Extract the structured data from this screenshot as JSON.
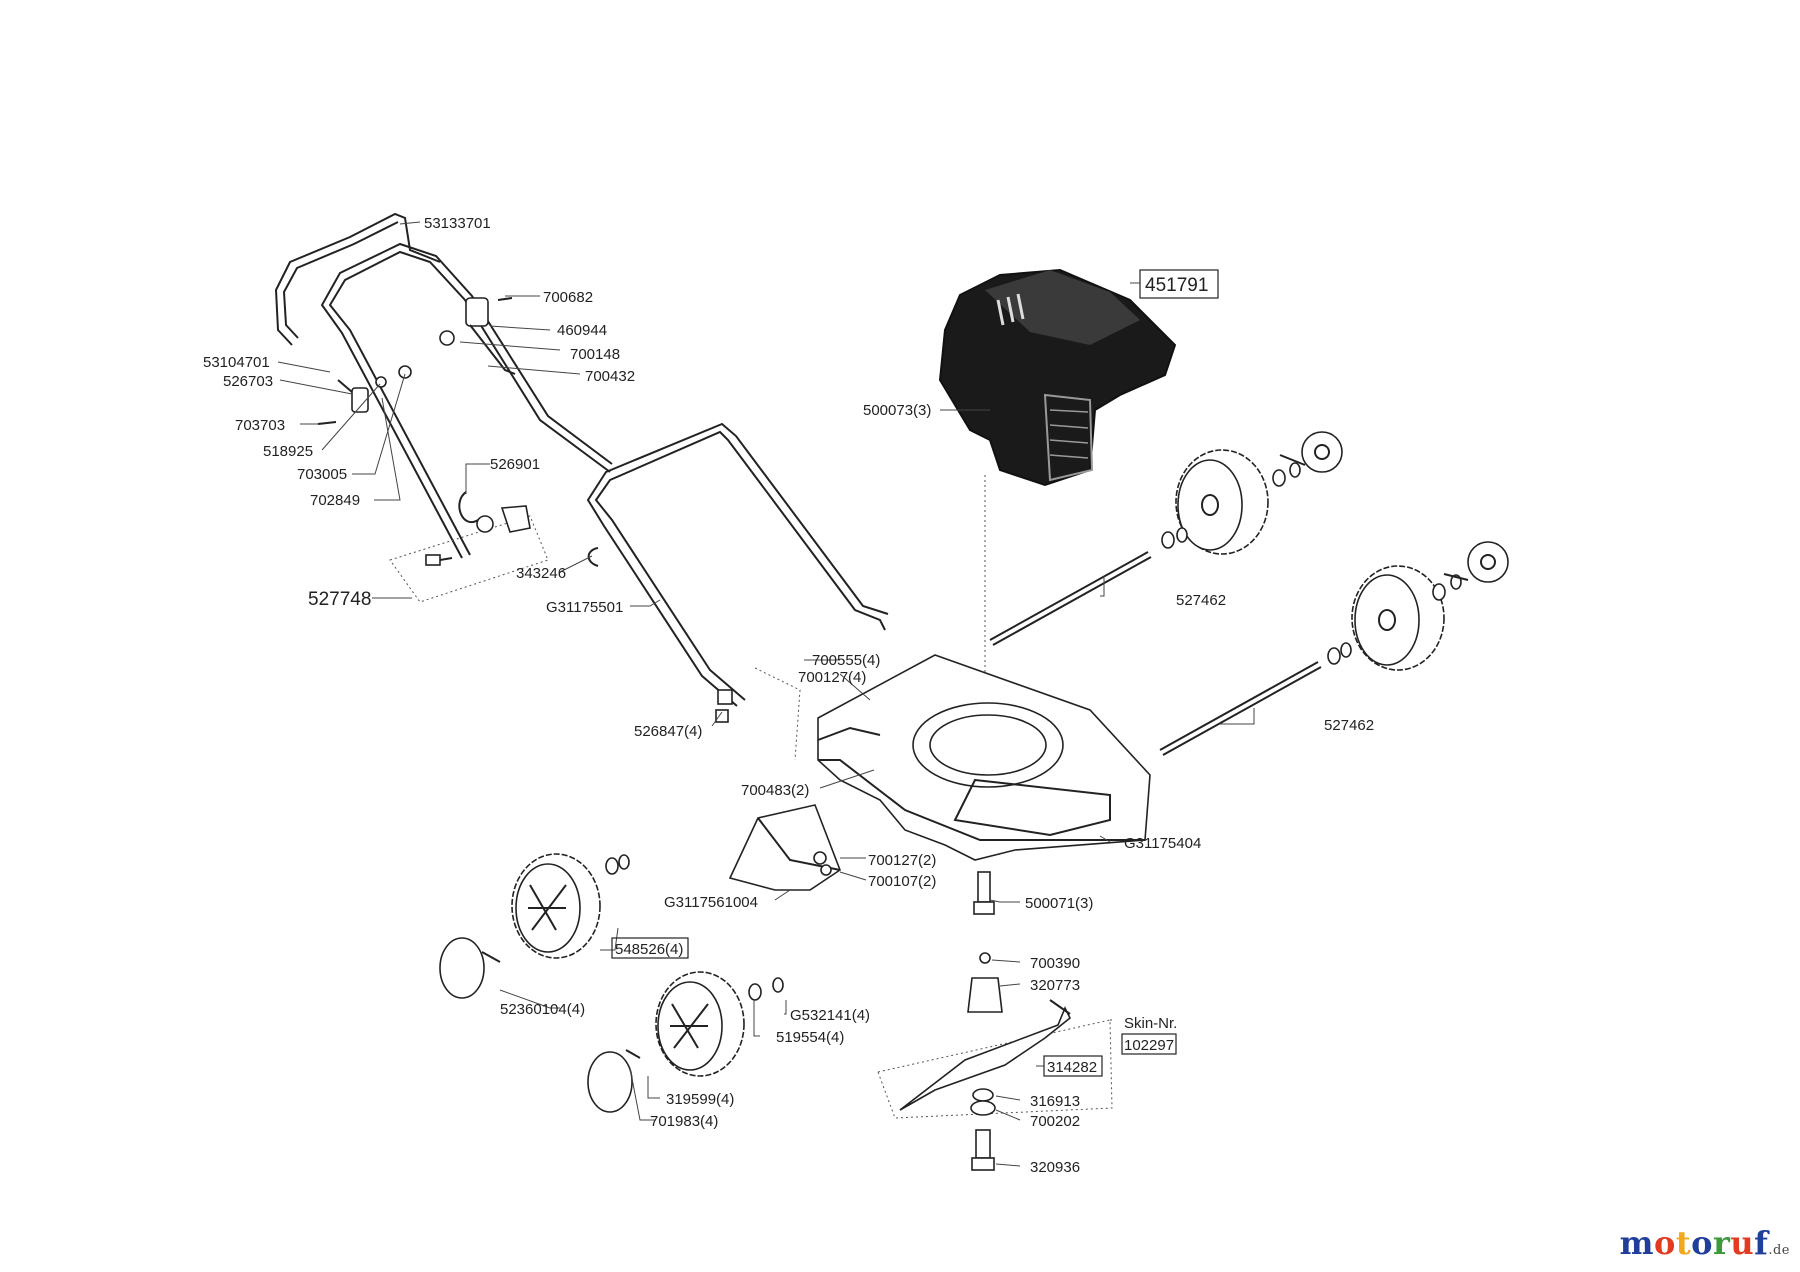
{
  "labels": {
    "l53133701": "53133701",
    "l700682": "700682",
    "l460944": "460944",
    "l700148": "700148",
    "l700432": "700432",
    "l53104701": "53104701",
    "l526703": "526703",
    "l703703": "703703",
    "l518925": "518925",
    "l703005": "703005",
    "l702849": "702849",
    "l526901": "526901",
    "l527748": "527748",
    "l343246": "343246",
    "lG31175501": "G31175501",
    "l451791": "451791",
    "l500073": "500073(3)",
    "l527462a": "527462",
    "l527462b": "527462",
    "l700555": "700555(4)",
    "l700127a": "700127(4)",
    "l526847": "526847(4)",
    "l700483": "700483(2)",
    "lG31175404": "G31175404",
    "l700127b": "700127(2)",
    "l700107": "700107(2)",
    "lG3117561004": "G3117561004",
    "l500071": "500071(3)",
    "l548526": "548526(4)",
    "l52360104": "52360104(4)",
    "l700390": "700390",
    "l320773": "320773",
    "lSkin": "Skin-Nr.",
    "l102297": "102297",
    "lG532141": "G532141(4)",
    "l519554": "519554(4)",
    "l314282": "314282",
    "l316913": "316913",
    "l700202": "700202",
    "l319599": "319599(4)",
    "l701983": "701983(4)",
    "l320936": "320936"
  },
  "watermark": {
    "logo_text": "motoruf",
    "suffix": ".de",
    "colors": [
      "#1f3f9a",
      "#e23b22",
      "#f2a81d",
      "#1f3f9a",
      "#3b9a3a",
      "#e23b22",
      "#1f3f9a"
    ]
  }
}
